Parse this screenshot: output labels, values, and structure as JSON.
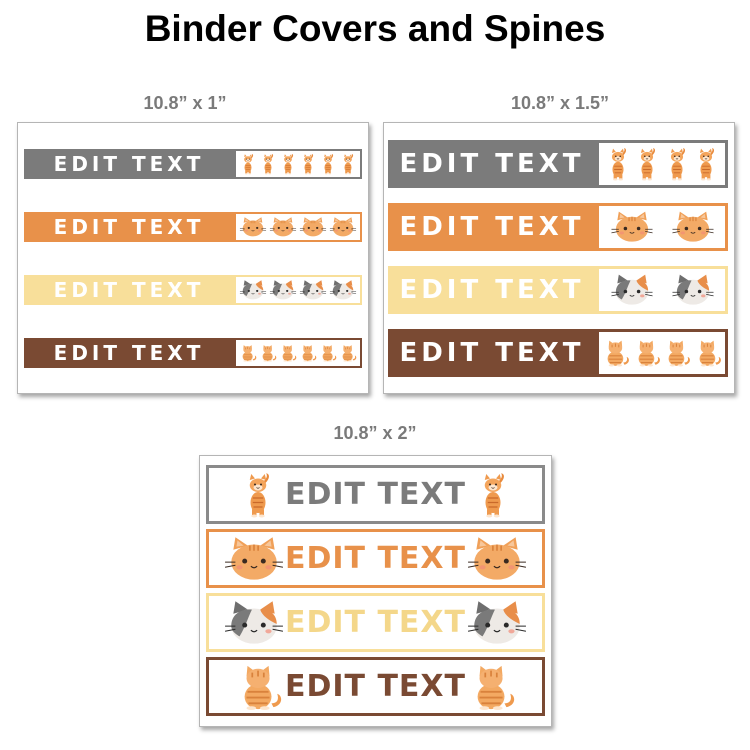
{
  "title": "Binder Covers and Spines",
  "sizes": {
    "one": "10.8” x 1”",
    "one_half": "10.8” x 1.5”",
    "two": "10.8” x 2”"
  },
  "spine_text": "EDIT TEXT",
  "colors": {
    "gray": "#7b7b7b",
    "orange": "#e8914a",
    "yellow": "#f8df9a",
    "brown": "#7a4a33"
  },
  "icons": {
    "standing_cat": "standing-orange-cat-icon",
    "orange_face": "orange-cat-face-icon",
    "calico_face": "calico-cat-face-icon",
    "sitting_cat": "sitting-orange-cat-back-icon"
  }
}
